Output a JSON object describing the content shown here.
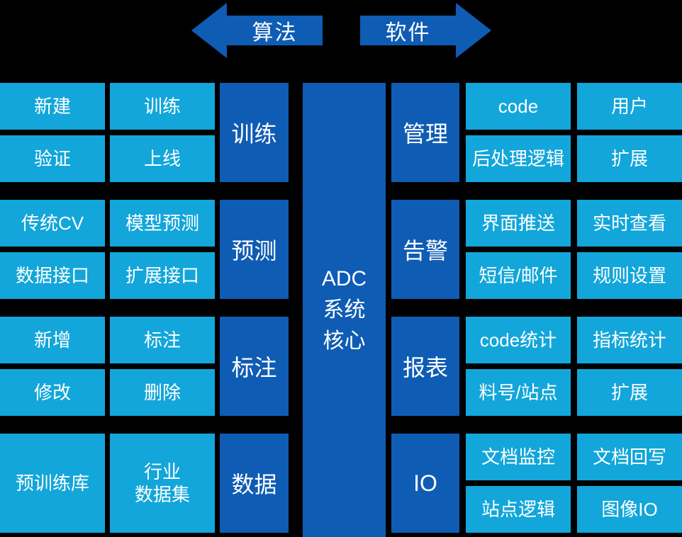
{
  "colors": {
    "background": "#000000",
    "dark_blue": "#0f5cb4",
    "cyan": "#12a6da",
    "text": "#ffffff"
  },
  "arrows": {
    "left": "算法",
    "right": "软件"
  },
  "core": {
    "lines": [
      "ADC",
      "系统",
      "核心"
    ]
  },
  "left_groups": [
    {
      "category": "训练",
      "items": [
        "新建",
        "训练",
        "验证",
        "上线"
      ]
    },
    {
      "category": "预测",
      "items": [
        "传统CV",
        "模型预测",
        "数据接口",
        "扩展接口"
      ]
    },
    {
      "category": "标注",
      "items": [
        "新增",
        "标注",
        "修改",
        "删除"
      ]
    },
    {
      "category": "数据",
      "items": [
        "预训练库",
        "行业\n数据集"
      ]
    }
  ],
  "right_groups": [
    {
      "category": "管理",
      "items": [
        "code",
        "用户",
        "后处理逻辑",
        "扩展"
      ]
    },
    {
      "category": "告警",
      "items": [
        "界面推送",
        "实时查看",
        "短信/邮件",
        "规则设置"
      ]
    },
    {
      "category": "报表",
      "items": [
        "code统计",
        "指标统计",
        "料号/站点",
        "扩展"
      ]
    },
    {
      "category": "IO",
      "items": [
        "文档监控",
        "文档回写",
        "站点逻辑",
        "图像IO"
      ]
    }
  ]
}
